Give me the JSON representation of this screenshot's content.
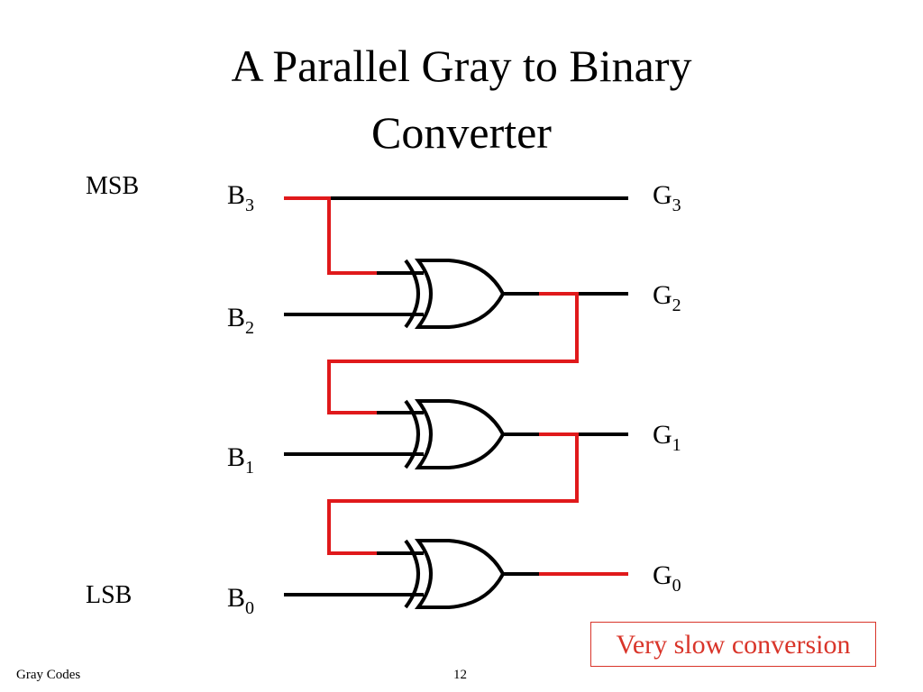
{
  "title": {
    "line1": "A Parallel Gray to Binary",
    "line2": "Converter"
  },
  "side": {
    "msb": "MSB",
    "lsb": "LSB"
  },
  "inputs": [
    {
      "letter": "B",
      "sub": "3"
    },
    {
      "letter": "B",
      "sub": "2"
    },
    {
      "letter": "B",
      "sub": "1"
    },
    {
      "letter": "B",
      "sub": "0"
    }
  ],
  "outputs": [
    {
      "letter": "G",
      "sub": "3"
    },
    {
      "letter": "G",
      "sub": "2"
    },
    {
      "letter": "G",
      "sub": "1"
    },
    {
      "letter": "G",
      "sub": "0"
    }
  ],
  "note": "Very slow conversion",
  "footer": {
    "left": "Gray Codes",
    "page": "12"
  },
  "colors": {
    "wire": "#000000",
    "highlight": "#e0191b",
    "note": "#d9352a"
  },
  "gates": [
    {
      "type": "xor"
    },
    {
      "type": "xor"
    },
    {
      "type": "xor"
    }
  ]
}
